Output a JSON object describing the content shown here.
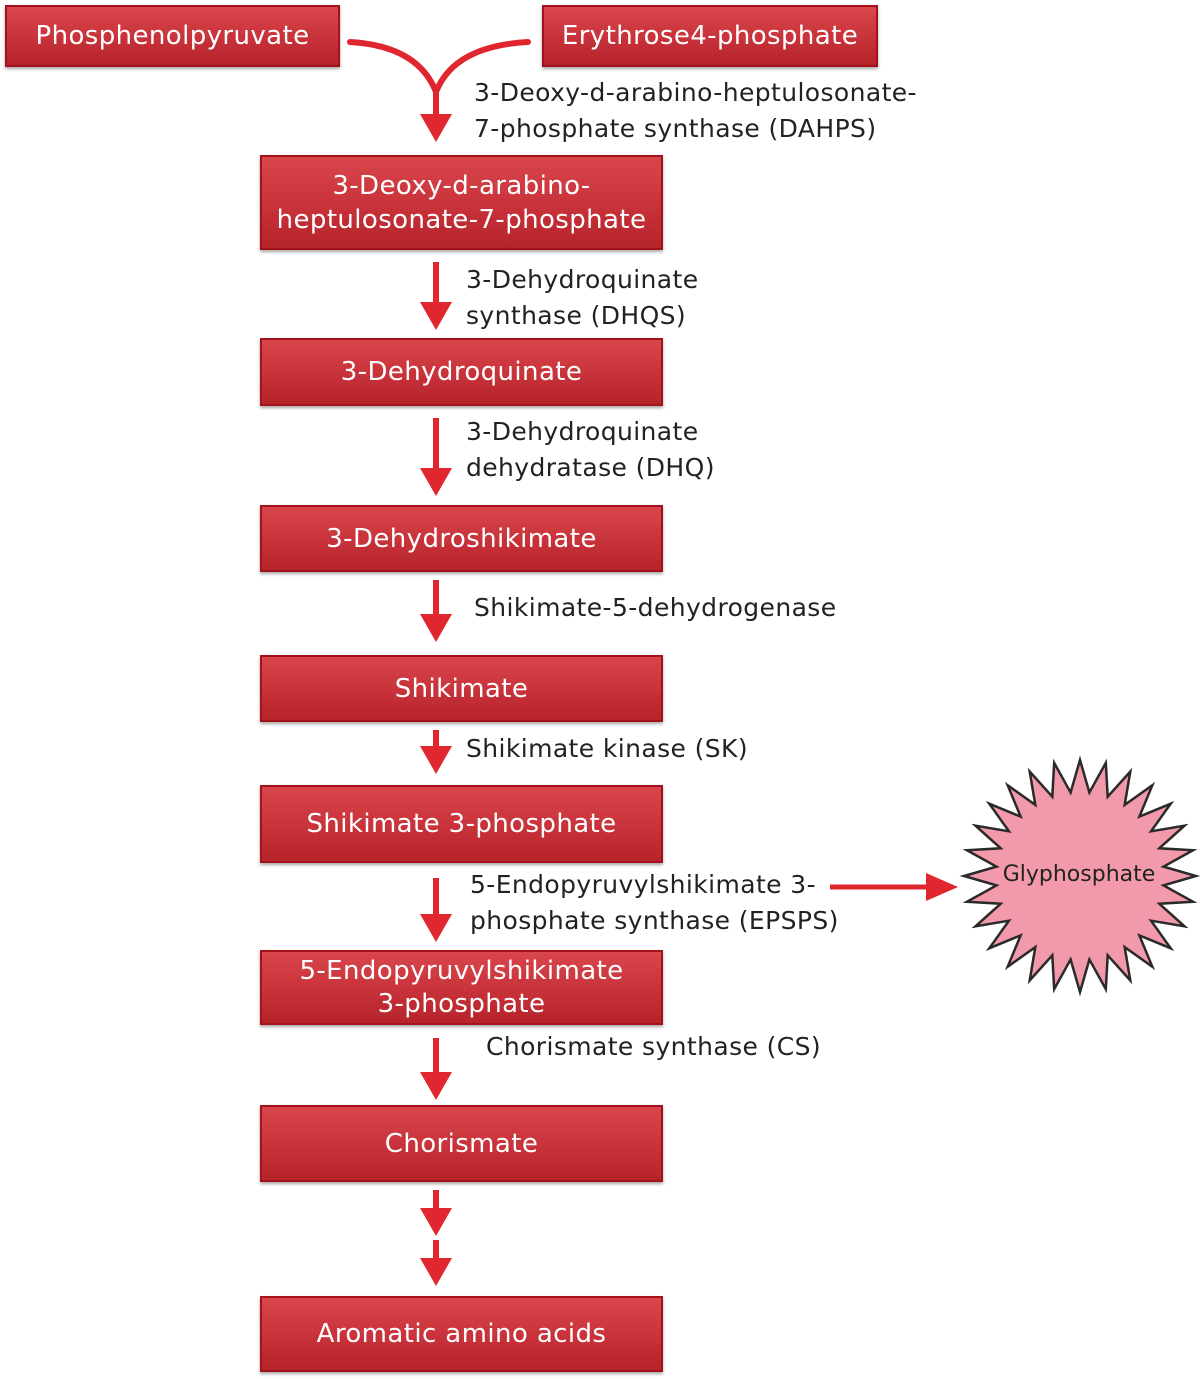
{
  "colors": {
    "box_fill": "#c8323a",
    "box_border": "#a3121a",
    "arrow": "#e0262e",
    "inhibitor_fill": "#f29aac",
    "inhibitor_stroke": "#2a2a2a",
    "text_dark": "#222222"
  },
  "nodes": {
    "pep": "Phosphenolpyruvate",
    "e4p": "Erythrose4-phosphate",
    "dahp_line1": "3-Deoxy-d-arabino-",
    "dahp_line2": "heptulosonate-7-phosphate",
    "dhq": "3-Dehydroquinate",
    "dhs": "3-Dehydroshikimate",
    "shikimate": "Shikimate",
    "s3p": "Shikimate 3-phosphate",
    "epsp_line1": "5-Endopyruvylshikimate",
    "epsp_line2": "3-phosphate",
    "chorismate": "Chorismate",
    "aromatic": "Aromatic amino acids"
  },
  "enzymes": {
    "dahps_line1": "3-Deoxy-d-arabino-heptulosonate-",
    "dahps_line2": "7-phosphate synthase (DAHPS)",
    "dhqs_line1": "3-Dehydroquinate",
    "dhqs_line2": "synthase (DHQS)",
    "dhq_line1": "3-Dehydroquinate",
    "dhq_line2": "dehydratase (DHQ)",
    "sdh": "Shikimate-5-dehydrogenase",
    "sk": "Shikimate kinase (SK)",
    "epsps_line1": "5-Endopyruvylshikimate 3-",
    "epsps_line2": "phosphate synthase (EPSPS)",
    "cs": "Chorismate synthase (CS)"
  },
  "inhibitor": {
    "label": "Glyphosphate",
    "icon": "starburst-icon"
  }
}
